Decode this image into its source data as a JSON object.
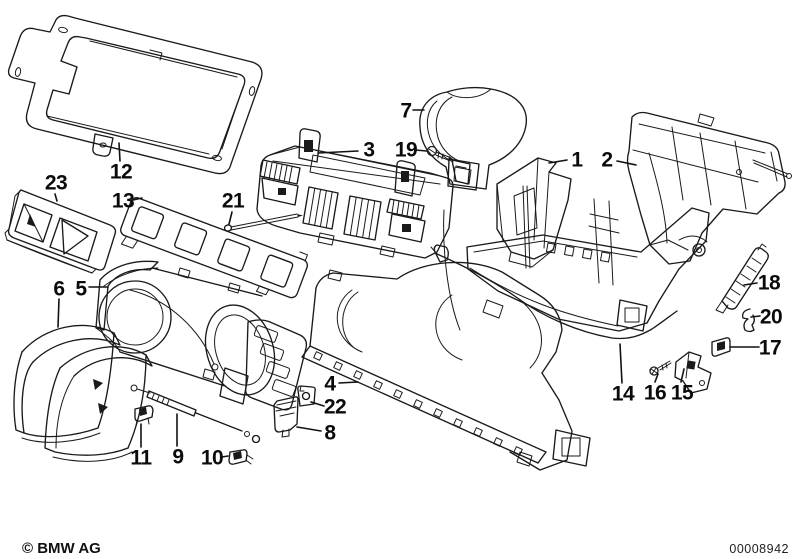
{
  "diagram": {
    "type": "exploded-parts-drawing",
    "colors": {
      "background": "#ffffff",
      "line": "#1a1a1a"
    },
    "footer": {
      "copyright": "© BMW AG",
      "document_number": "00008942"
    },
    "callouts": [
      {
        "label": "1"
      },
      {
        "label": "2"
      },
      {
        "label": "3"
      },
      {
        "label": "4"
      },
      {
        "label": "5"
      },
      {
        "label": "6"
      },
      {
        "label": "7"
      },
      {
        "label": "8"
      },
      {
        "label": "9"
      },
      {
        "label": "10"
      },
      {
        "label": "11"
      },
      {
        "label": "12"
      },
      {
        "label": "13"
      },
      {
        "label": "14"
      },
      {
        "label": "15"
      },
      {
        "label": "16"
      },
      {
        "label": "17"
      },
      {
        "label": "18"
      },
      {
        "label": "19"
      },
      {
        "label": "20"
      },
      {
        "label": "21"
      },
      {
        "label": "22"
      },
      {
        "label": "23"
      }
    ]
  }
}
